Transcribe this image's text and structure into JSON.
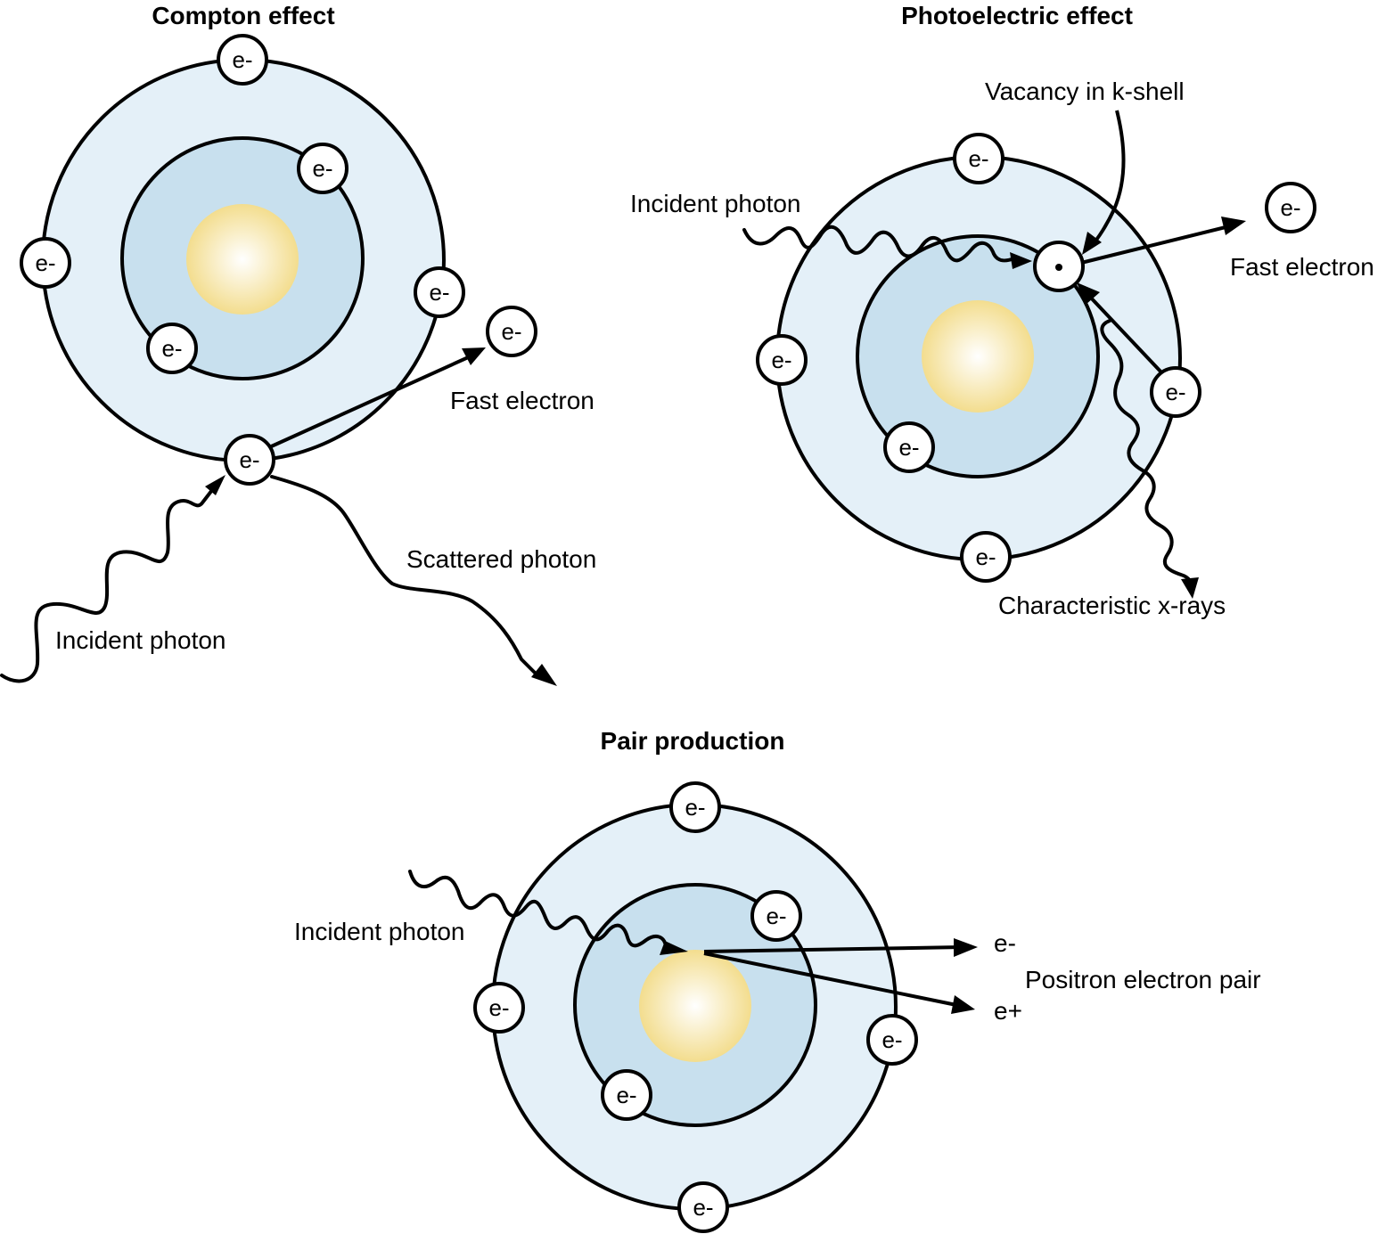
{
  "colors": {
    "outer_shell": "#e4f0f8",
    "inner_shell": "#c8e0ee",
    "nucleus_center": "#ffffff",
    "nucleus_edge": "#f3dd8e",
    "stroke": "#000000"
  },
  "electron_symbol": "e-",
  "positron_symbol": "e+",
  "compton": {
    "title": "Compton effect",
    "incident_label": "Incident photon",
    "scattered_label": "Scattered photon",
    "fast_electron_label": "Fast electron"
  },
  "photoelectric": {
    "title": "Photoelectric effect",
    "vacancy_label": "Vacancy in k-shell",
    "incident_label": "Incident photon",
    "fast_electron_label": "Fast electron",
    "xray_label": "Characteristic x-rays"
  },
  "pair": {
    "title": "Pair production",
    "incident_label": "Incident photon",
    "electron_label": "e-",
    "positron_label": "e+",
    "pair_label": "Positron electron pair"
  }
}
